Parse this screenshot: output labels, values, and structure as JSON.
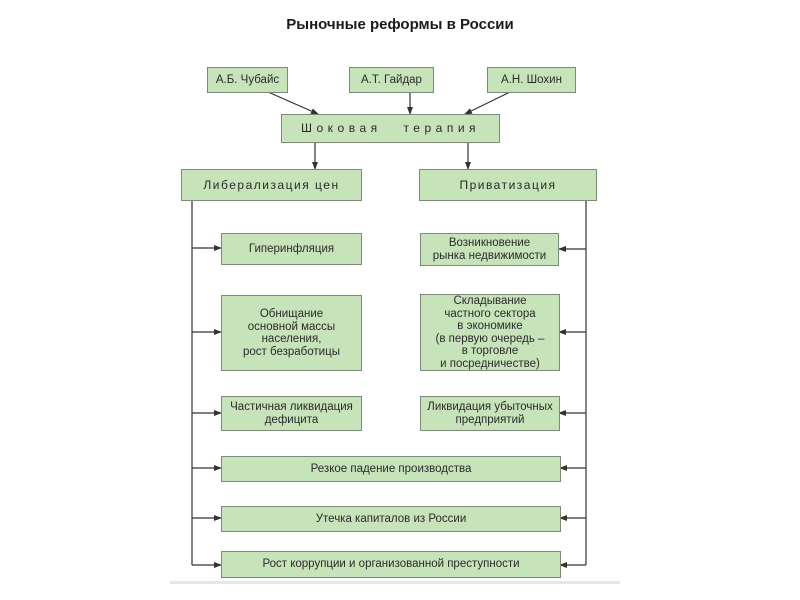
{
  "title": "Рыночные реформы в России",
  "authors": [
    {
      "label": "А.Б. Чубайс"
    },
    {
      "label": "А.Т. Гайдар"
    },
    {
      "label": "А.Н. Шохин"
    }
  ],
  "central": {
    "label": "Шоковая терапия"
  },
  "branches": {
    "left": {
      "label": "Либерализация цен"
    },
    "right": {
      "label": "Приватизация"
    }
  },
  "left_consequences": [
    {
      "label": "Гиперинфляция"
    },
    {
      "label": "Обнищание\nосновной массы\nнаселения,\nрост безработицы"
    },
    {
      "label": "Частичная ликвидация\nдефицита"
    }
  ],
  "right_consequences": [
    {
      "label": "Возникновение\nрынка недвижимости"
    },
    {
      "label": "Складывание\nчастного сектора\nв экономике\n(в первую очередь –\nв торговле\nи посредничестве)"
    },
    {
      "label": "Ликвидация убыточных\nпредприятий"
    }
  ],
  "shared_consequences": [
    {
      "label": "Резкое падение производства"
    },
    {
      "label": "Утечка капиталов из России"
    },
    {
      "label": "Рост коррупции и организованной преступности"
    }
  ],
  "colors": {
    "box_fill": "#c6e3b9",
    "box_border": "#7d8a78",
    "line": "#333333"
  }
}
